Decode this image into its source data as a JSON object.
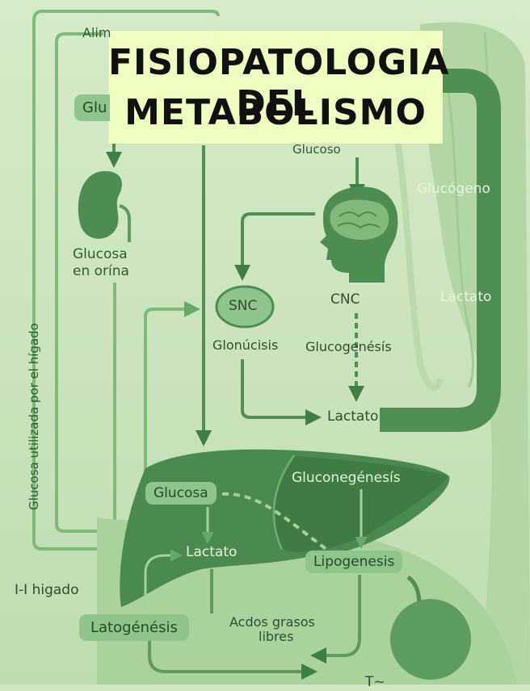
{
  "title": {
    "line1": "FISIOPATOLOGIA DEL",
    "line2": "METABOLISMO"
  },
  "labels": {
    "alimentos": "Alim",
    "glu_top": "Glu",
    "glucosa_orina_1": "Glucosa",
    "glucosa_orina_2": "en orína",
    "glucosa_utilizada": "Glucosa utilizada por el hígado",
    "glucoso": "Glucoso",
    "snc": "SNC",
    "cnc": "CNC",
    "glonucisis": "Glonúcisis",
    "glucogenesis": "Glucogenésís",
    "lactato_center": "Lactato",
    "glucogeno": "Glucógeno",
    "lactato_muscle": "Lactato",
    "glucosa_liver": "Glucosa",
    "gluconeogenesis": "Gluconegénesís",
    "lactato_liver": "Lactato",
    "lipogenesis": "Lipogenesis",
    "higado": "I-I higado",
    "latogenesis": "Latogénésis",
    "acidos_1": "Acdos grasos",
    "acidos_2": "libres",
    "bottom_partial": "T~"
  }
}
